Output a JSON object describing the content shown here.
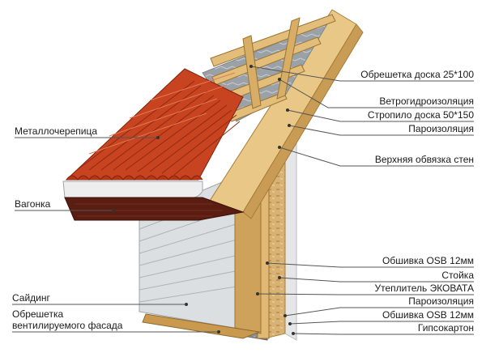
{
  "labels": {
    "obreshetka_doska": "Обрешетка доска 25*100",
    "vetrogidroizolyaciya": "Ветрогидроизоляция",
    "stropilo": "Стропило доска 50*150",
    "paroizolyaciya_top": "Пароизоляция",
    "verhnyaya_obvyazka": "Верхняя обвязка стен",
    "metallocherepica": "Металлочерепица",
    "vagonka": "Вагонка",
    "obshivka_osb_1": "Обшивка OSB 12мм",
    "stoyka": "Стойка",
    "uteplitel": "Утеплитель ЭКОВАТА",
    "paroizolyaciya_bottom": "Пароизоляция",
    "obshivka_osb_2": "Обшивка OSB 12мм",
    "gipsokarton": "Гипсокартон",
    "sayding": "Сайдинг",
    "obreshetka_fasada_1": "Обрешетка",
    "obreshetka_fasada_2": "вентилируемого фасада"
  },
  "colors": {
    "wood": "#e8c583",
    "wood_dark": "#c9a05a",
    "tile": "#c8431f",
    "tile_dark": "#8f2b12",
    "soffit": "#5a1d12",
    "siding": "#d9dcde",
    "siding_line": "#aeb3b7",
    "leader": "#555555"
  }
}
